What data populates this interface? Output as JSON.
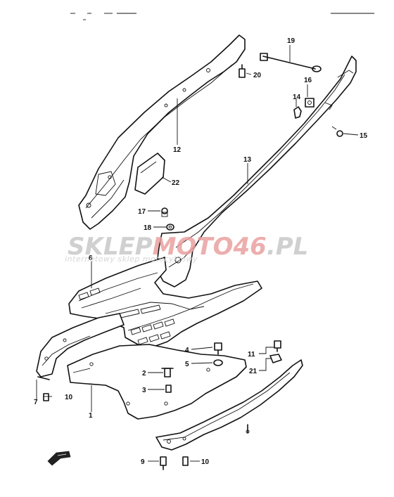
{
  "watermark": {
    "part1": "SKLEP",
    "part2": "MOTO",
    "part3": "46",
    "part4": ".PL",
    "tagline": "internetowy sklep motocyklowy",
    "color_grey": "#c8c8c8",
    "color_red": "#e8a0a0"
  },
  "callouts": {
    "c1": "1",
    "c2": "2",
    "c3": "3",
    "c4": "4",
    "c5": "5",
    "c6": "6",
    "c7": "7",
    "c9": "9",
    "c10a": "10",
    "c10b": "10",
    "c11": "11",
    "c12": "12",
    "c13": "13",
    "c14": "14",
    "c15": "15",
    "c16": "16",
    "c17": "17",
    "c18": "18",
    "c19": "19",
    "c20": "20",
    "c21": "21",
    "c22": "22"
  },
  "icons": {
    "front_arrow": "front-direction-arrow-icon"
  }
}
